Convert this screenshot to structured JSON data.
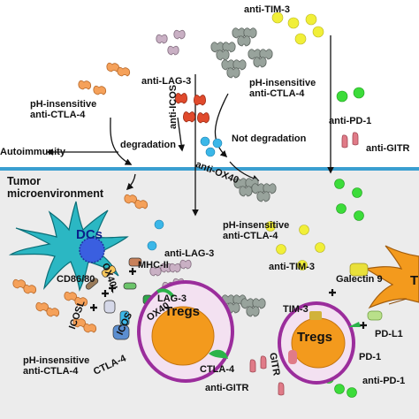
{
  "labels": {
    "anti_tim3": "anti-TIM-3",
    "anti_lag3": "anti-LAG-3",
    "anti_icos": "anti-ICOS",
    "ph_insensitive": "pH-insensitive",
    "anti_ctla4": "anti-CTLA-4",
    "degradation": "degradation",
    "not_degradation": "Not degradation",
    "anti_pd1": "anti-PD-1",
    "anti_gitr": "anti-GITR",
    "autoimmunity": "Autoimmunity",
    "anti_ox40": "anti-OX40",
    "tumor": "Tumor",
    "microenvironment": "microenvironment",
    "dcs": "DCs",
    "cd86_80": "CD86/80",
    "ox40l": "OX40L",
    "mhc_ii": "MHC-II",
    "lag3": "LAG-3",
    "icosl": "ICOSL",
    "ox40": "OX40",
    "icos": "ICOS",
    "ctla4": "CTLA-4",
    "tregs": "Tregs",
    "tim3": "TIM-3",
    "gitr": "GITR",
    "galectin9": "Galectin 9",
    "pd_l1": "PD-L1",
    "pd1": "PD-1",
    "tumor_cell_cut": "T"
  },
  "colors": {
    "membrane": "#3a9fd0",
    "tme_background": "#ececec",
    "treg_border": "#9b2d9c",
    "treg_nucleus": "#f39a1d",
    "dendritic_cell": "#2bb7c3",
    "anti_tim3": "#f1ef38",
    "anti_pd1": "#3cdc3a",
    "anti_ox40": "#3bb7e8",
    "anti_icos": "#e04a2c",
    "anti_gitr": "#e07b88",
    "anti_lag3": "#c9b0c4",
    "ph_insensitive_anti_ctla4": "#98a39c",
    "ph_sensitive_antibody": "#f5a15a"
  }
}
